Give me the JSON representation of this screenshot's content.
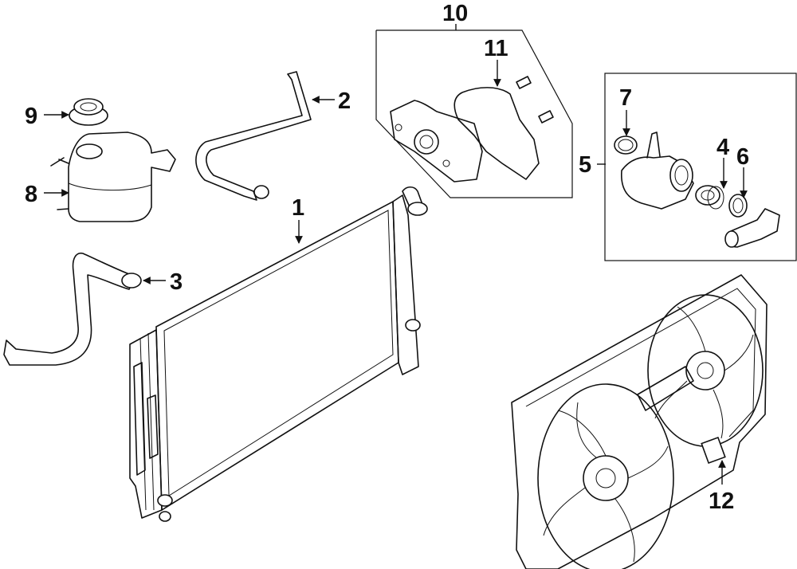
{
  "diagram": {
    "callouts": {
      "c1": "1",
      "c2": "2",
      "c3": "3",
      "c4": "4",
      "c5": "5",
      "c6": "6",
      "c7": "7",
      "c8": "8",
      "c9": "9",
      "c10": "10",
      "c11": "11",
      "c12": "12"
    },
    "colors": {
      "line": "#111111",
      "background": "#ffffff"
    }
  }
}
